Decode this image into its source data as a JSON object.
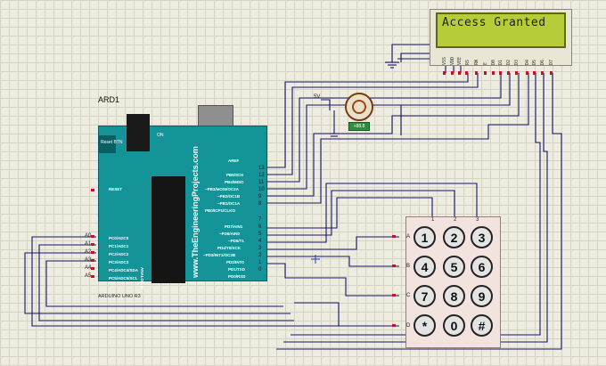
{
  "lcd": {
    "message": "Access Granted",
    "pins": [
      "VSS",
      "VDD",
      "VEE",
      "RS",
      "RW",
      "E",
      "D0",
      "D1",
      "D2",
      "D3",
      "D4",
      "D5",
      "D6",
      "D7"
    ]
  },
  "arduino": {
    "ref": "ARD1",
    "model": "ARDUINO UNO R3",
    "brand": "www.TheEngineeringProjects.com",
    "reset_label": "Reset BTN",
    "on_label": "ON",
    "digital_header": [
      "AREF",
      "PB5/SCK",
      "PB4/MISO",
      "~PB3/MOSI/OC2A",
      "~PB2/OC1B",
      "~PB1/OC1A",
      "PB0/ICP1/CLKO",
      "PD7/AIN1",
      "~PD6/AIN0",
      "~PD5/T1",
      "PD4/T0/XCK",
      "~PD3/INT1/OC2B",
      "PD2/INT0",
      "PD1/TXD",
      "PD0/RXD"
    ],
    "digital_numbers": [
      "13",
      "12",
      "11",
      "10",
      "9",
      "8",
      "7",
      "6",
      "5",
      "4",
      "3",
      "2",
      "1",
      "0"
    ],
    "analog_labels": [
      "PC0/ADC0",
      "PC1/ADC1",
      "PC2/ADC2",
      "PC3/ADC3",
      "PC4/ADC4/SDA",
      "PC5/ADC5/SCL"
    ],
    "analog_pins": [
      "A0",
      "A1",
      "A2",
      "A3",
      "A4",
      "A5"
    ],
    "reset_pin": "RESET",
    "analog_in": "ANALOG IN"
  },
  "motor": {
    "tag": "+88.8",
    "supply": "5V"
  },
  "keypad": {
    "rows": [
      "A",
      "B",
      "C",
      "D"
    ],
    "cols": [
      "1",
      "2",
      "3"
    ],
    "keys": [
      "1",
      "2",
      "3",
      "4",
      "5",
      "6",
      "7",
      "8",
      "9",
      "*",
      "0",
      "#"
    ]
  },
  "colors": {
    "wire": "#14146e",
    "background": "#eeece0",
    "lcd_screen": "#b8cc3a",
    "arduino_board": "#149399",
    "pin_red": "#c8102e"
  }
}
